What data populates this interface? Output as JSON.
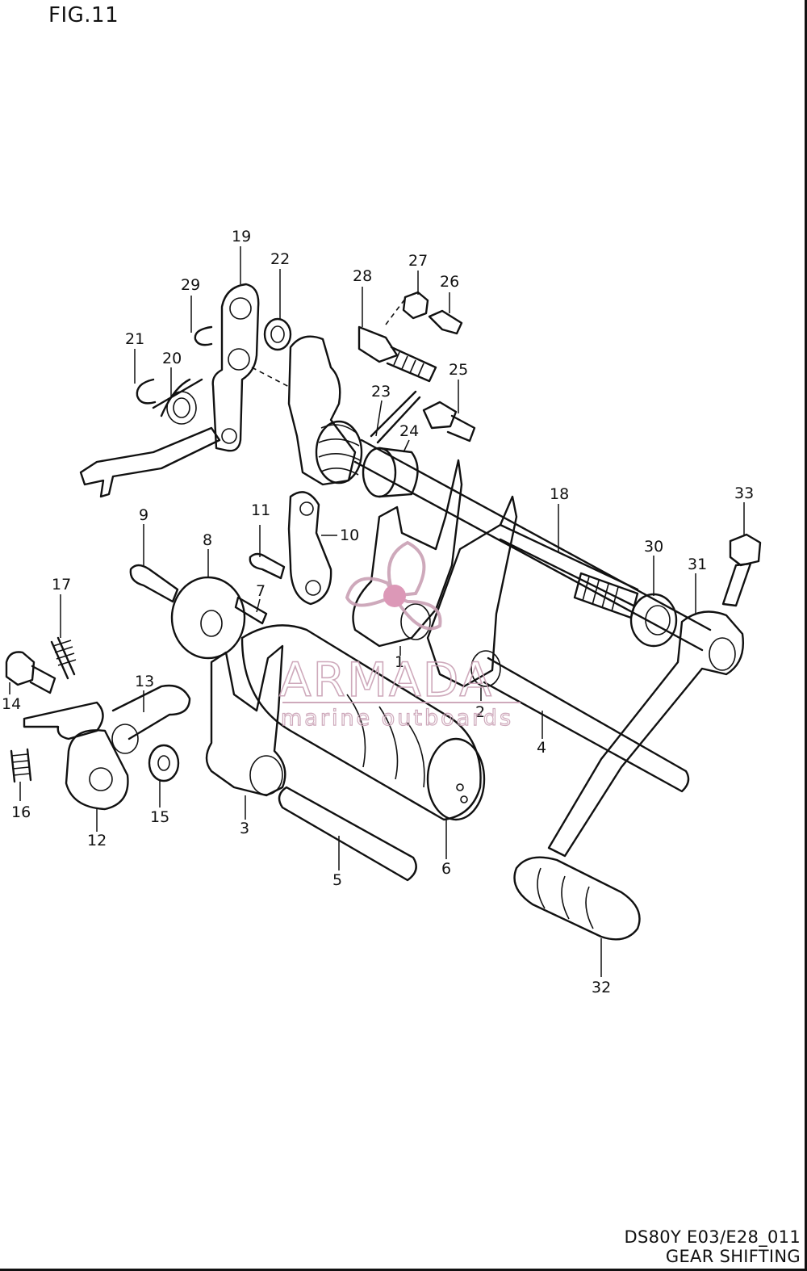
{
  "figure_label": "FIG.11",
  "footer": {
    "code": "DS80Y E03/E28_011",
    "caption": "GEAR SHIFTING"
  },
  "watermark": {
    "brand": "ARMADA",
    "tagline": "marine outboards",
    "color": "#c9a0b4"
  },
  "callouts": [
    "1",
    "2",
    "3",
    "4",
    "5",
    "6",
    "7",
    "8",
    "9",
    "10",
    "11",
    "12",
    "13",
    "14",
    "15",
    "16",
    "17",
    "18",
    "19",
    "20",
    "21",
    "22",
    "23",
    "24",
    "25",
    "26",
    "27",
    "28",
    "29",
    "30",
    "31",
    "32",
    "33"
  ]
}
